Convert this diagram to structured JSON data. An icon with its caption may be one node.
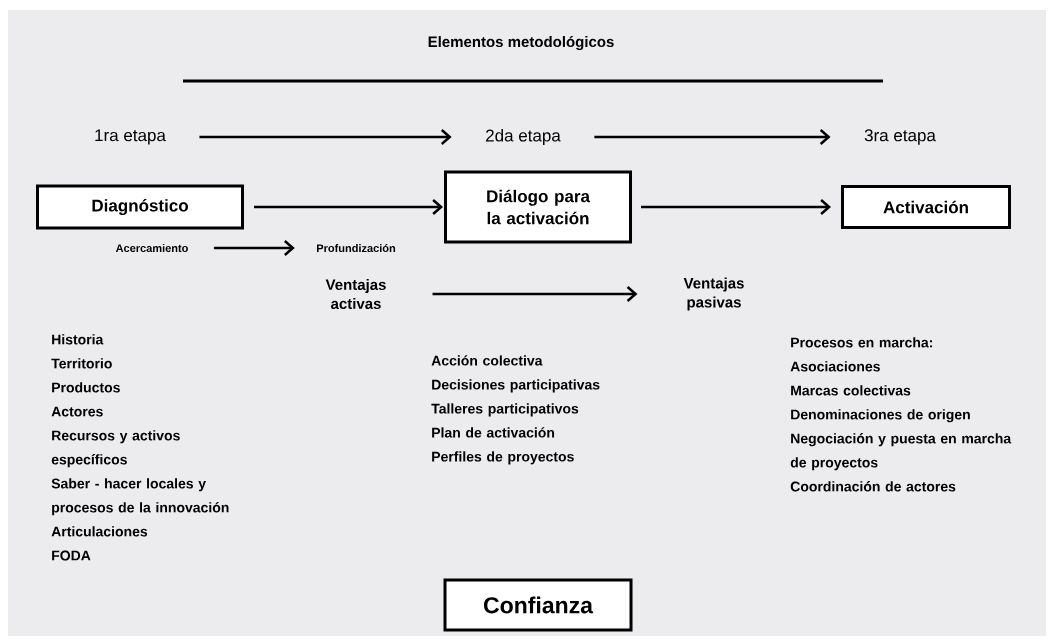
{
  "diagram": {
    "title": "Elementos metodológicos",
    "nodes": [
      {
        "text": [
          "1ra etapa"
        ]
      },
      {
        "text": [
          "2da etapa"
        ]
      },
      {
        "text": [
          "3ra etapa"
        ]
      },
      {
        "text": [
          "Diagnóstico"
        ]
      },
      {
        "text": [
          "Diálogo para la activación"
        ]
      },
      {
        "text": [
          "Activación"
        ]
      },
      {
        "text": [
          "Acercamiento"
        ]
      },
      {
        "text": [
          "Profundización"
        ]
      },
      {
        "text": [
          "Ventajas activas"
        ]
      },
      {
        "text": [
          "Ventajas pasivas"
        ]
      },
      {
        "text": [
          "Confianza"
        ]
      }
    ],
    "edges": [
      {
        "from": 0,
        "to": 1,
        "arrow": "to"
      },
      {
        "from": 1,
        "to": 2,
        "arrow": "to"
      },
      {
        "from": 3,
        "to": 4,
        "arrow": "to"
      },
      {
        "from": 4,
        "to": 5,
        "arrow": "to"
      },
      {
        "from": 6,
        "to": 7,
        "arrow": "to"
      },
      {
        "from": 8,
        "to": 9,
        "arrow": "to"
      }
    ],
    "labels": [
      "Historia",
      "Territorio",
      "Productos",
      "Actores",
      "Recursos y activos específicos",
      "Saber - hacer locales y procesos de la innovación",
      "Articulaciones",
      "FODA",
      "Acción colectiva",
      "Decisiones participativas",
      "Talleres participativos",
      "Plan de activación",
      "Perfiles de proyectos",
      "Procesos en marcha:",
      "Asociaciones",
      "Marcas colectivas",
      "Denominaciones de origen",
      "Negociación y puesta en marcha de proyectos",
      "Coordinación de actores"
    ]
  }
}
